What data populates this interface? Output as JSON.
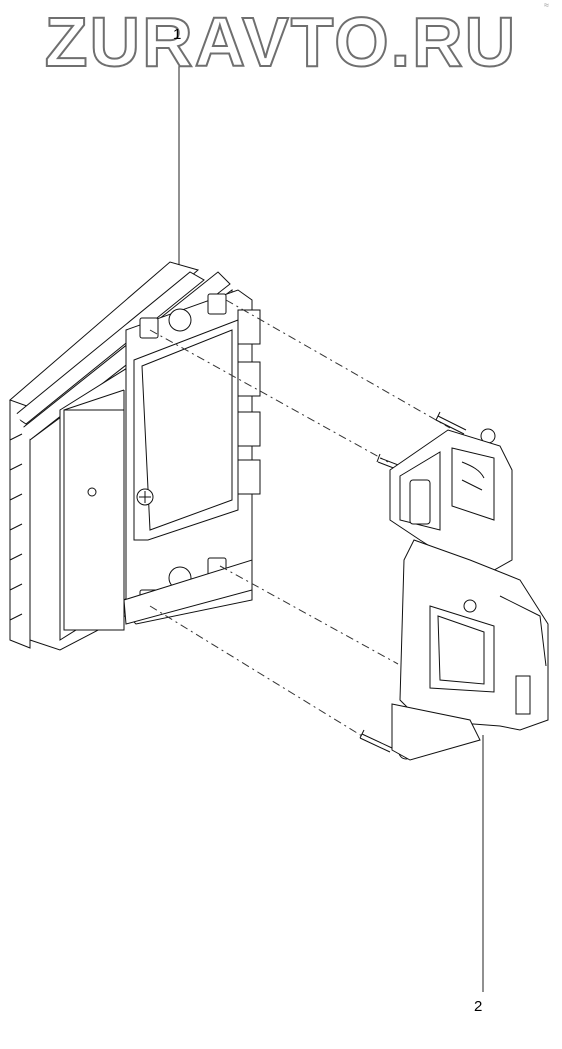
{
  "watermark": "ZURAVTO.RU",
  "callouts": {
    "part_1": "1",
    "part_2": "2"
  },
  "corner_mark": "≈"
}
